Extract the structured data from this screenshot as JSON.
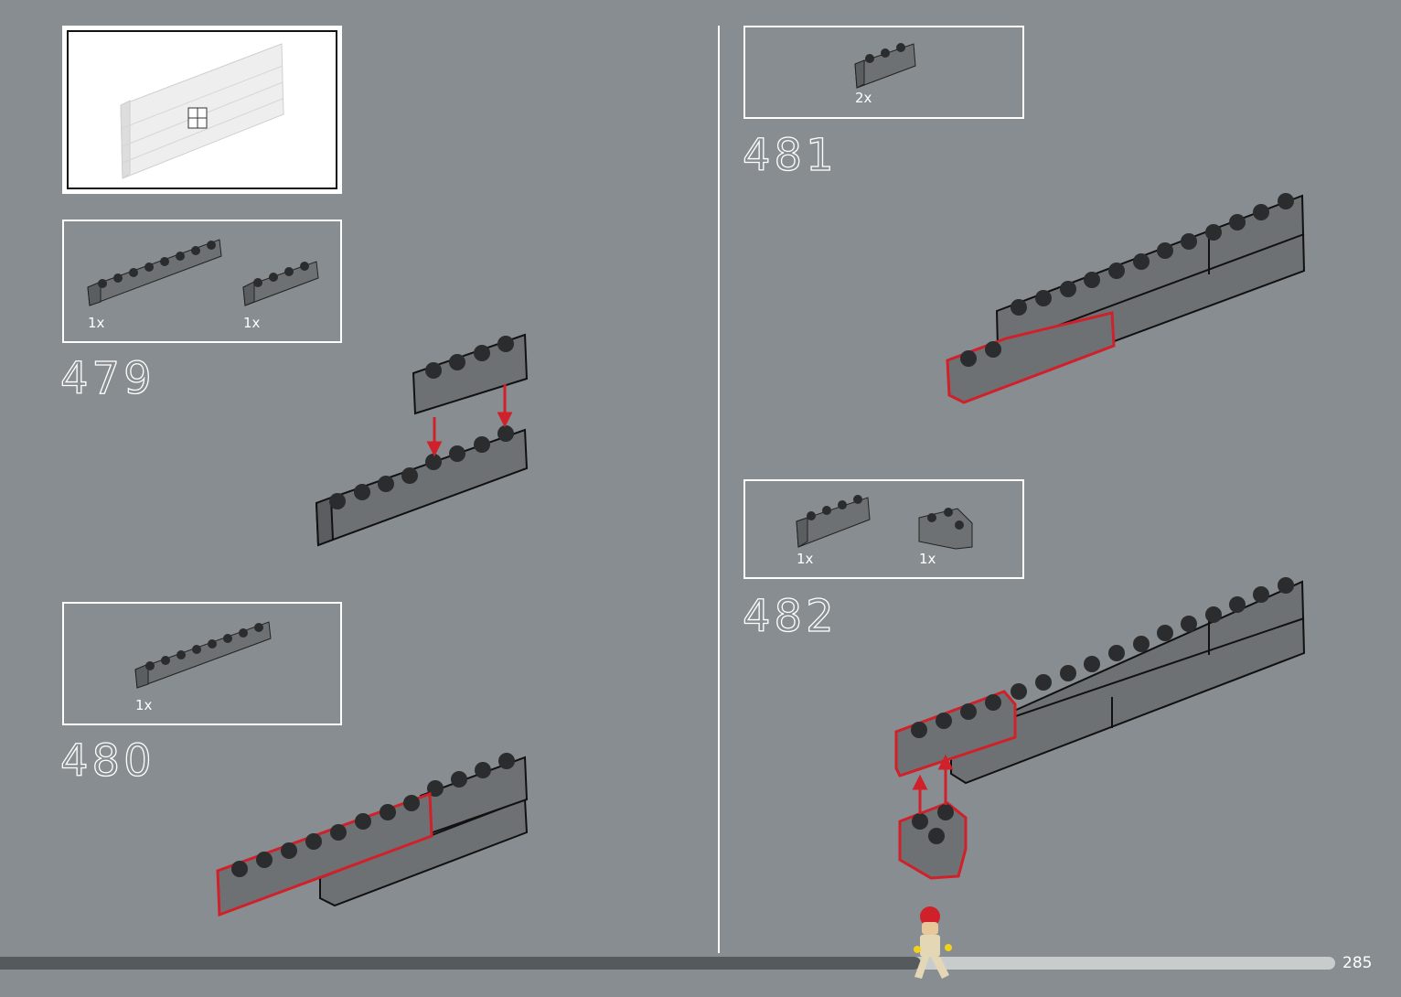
{
  "steps": {
    "s479": {
      "number": "479",
      "parts": [
        {
          "qty": "1x"
        },
        {
          "qty": "1x"
        }
      ]
    },
    "s480": {
      "number": "480",
      "parts": [
        {
          "qty": "1x"
        }
      ]
    },
    "s481": {
      "number": "481",
      "parts": [
        {
          "qty": "2x"
        }
      ]
    },
    "s482": {
      "number": "482",
      "parts": [
        {
          "qty": "1x"
        },
        {
          "qty": "1x"
        }
      ]
    }
  },
  "page": {
    "number": "285",
    "progress": 0.69
  },
  "colors": {
    "background": "#878d90",
    "brick": "#6e7173",
    "highlight": "#d0202a",
    "stud": "#2a2c2d"
  }
}
